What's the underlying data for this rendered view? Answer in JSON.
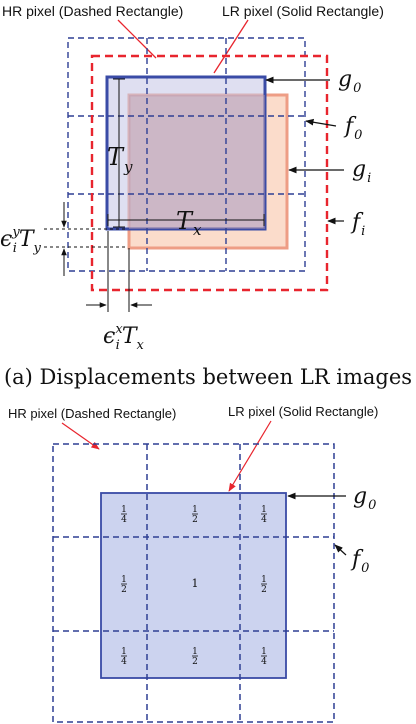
{
  "figure_a": {
    "hr_label": "HR pixel (Dashed Rectangle)",
    "lr_label": "LR pixel (Solid Rectangle)",
    "labels": {
      "g0": "g",
      "g0_sub": "0",
      "f0": "f",
      "f0_sub": "0",
      "gi": "g",
      "gi_sub": "i",
      "fi": "f",
      "fi_sub": "i",
      "ty": "T",
      "ty_sub": "y",
      "tx": "T",
      "tx_sub": "x",
      "eps_y": "ϵ",
      "eps_y_sup": "y",
      "eps_y_sub": "i",
      "eps_y_T": "T",
      "eps_y_T_sub": "y",
      "eps_x": "ϵ",
      "eps_x_sup": "x",
      "eps_x_sub": "i",
      "eps_x_T": "T",
      "eps_x_T_sub": "x"
    },
    "caption": "(a) Displacements between LR images",
    "colors": {
      "hr_dashed": "#2e3f94",
      "outer_dashed_red": "#e8252e",
      "lr_solid_blue": "#3a4ba6",
      "lr_fill_blue": "#c4c4e6",
      "shifted_fill": "#fbdccb",
      "shifted_stroke": "#ee9d85",
      "overlap_fill": "#d4b6c3"
    }
  },
  "figure_b": {
    "hr_label": "HR pixel (Dashed Rectangle)",
    "lr_label": "LR pixel (Solid Rectangle)",
    "labels": {
      "g0": "g",
      "g0_sub": "0",
      "f0": "f",
      "f0_sub": "0"
    },
    "weights": [
      [
        "1/4",
        "1/2",
        "1/4"
      ],
      [
        "1/2",
        "1",
        "1/2"
      ],
      [
        "1/4",
        "1/2",
        "1/4"
      ]
    ],
    "colors": {
      "hr_dashed": "#2e3f94",
      "lr_solid_blue": "#3a4ba6",
      "lr_fill_blue": "#ccd3ef",
      "pointer_red": "#e8252e"
    }
  }
}
